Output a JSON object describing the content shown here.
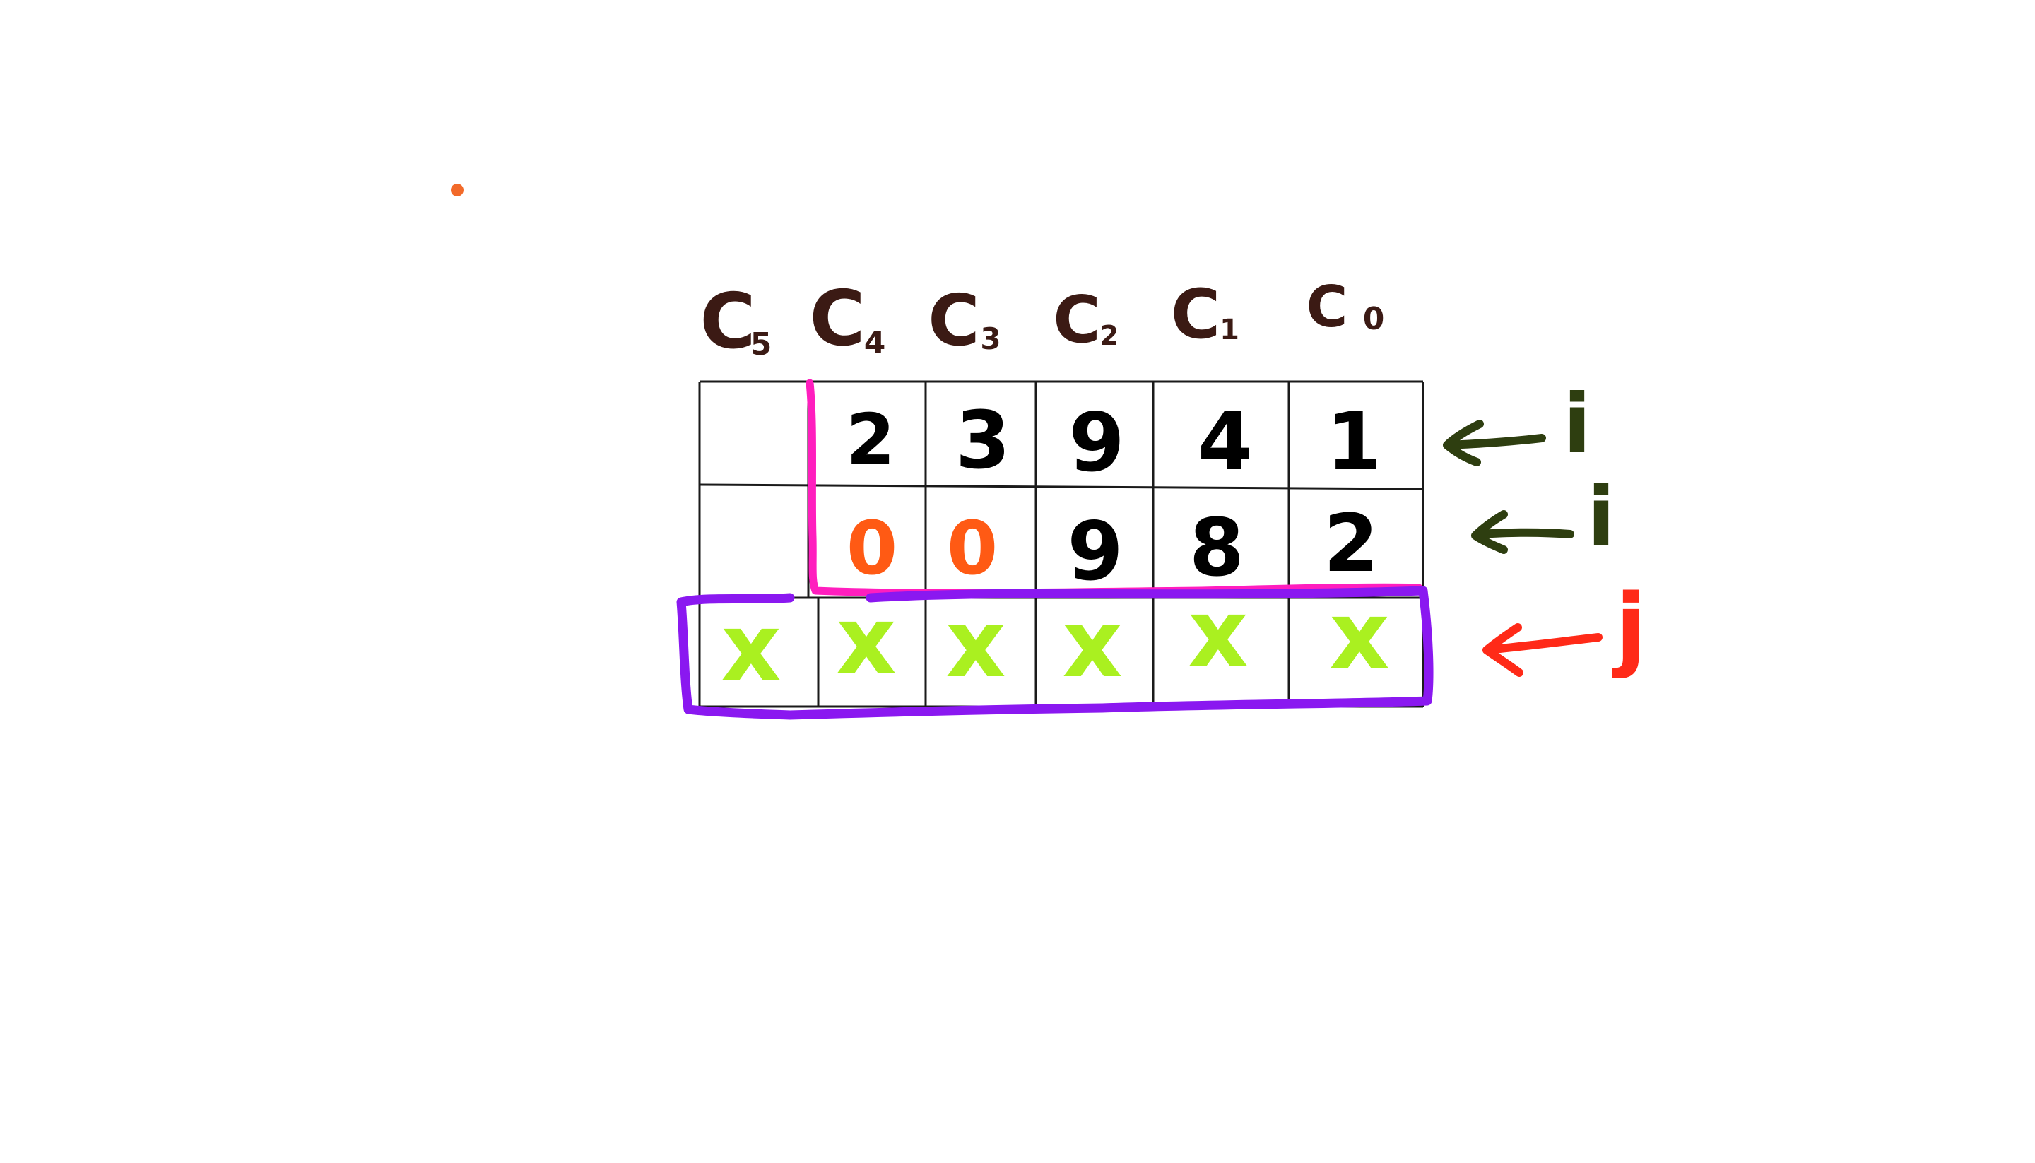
{
  "colors": {
    "background": "#ffffff",
    "header_ink": "#3b1a14",
    "grid_line": "#1a1a1a",
    "digit_ink": "#000000",
    "zero_ink": "#ff5a14",
    "x_mark": "#aaf020",
    "pink_boundary": "#ff1ebe",
    "purple_box": "#8a18f0",
    "green_arrow": "#2e3e10",
    "red_arrow": "#ff2a18",
    "dot": "#f26a2a"
  },
  "columns": [
    {
      "base": "C",
      "sub": "5"
    },
    {
      "base": "C",
      "sub": "4"
    },
    {
      "base": "C",
      "sub": "3"
    },
    {
      "base": "C",
      "sub": "2"
    },
    {
      "base": "C",
      "sub": "1"
    },
    {
      "base": "C",
      "sub": "0"
    }
  ],
  "rows": [
    [
      "",
      "2",
      "3",
      "9",
      "4",
      "1"
    ],
    [
      "",
      "0",
      "0",
      "9",
      "8",
      "2"
    ],
    [
      "x",
      "x",
      "x",
      "x",
      "x",
      "x"
    ]
  ],
  "pointers": [
    {
      "label": "i",
      "icon": "left-arrow-icon"
    },
    {
      "label": "i",
      "icon": "left-arrow-icon"
    },
    {
      "label": "j",
      "icon": "left-arrow-icon"
    }
  ]
}
